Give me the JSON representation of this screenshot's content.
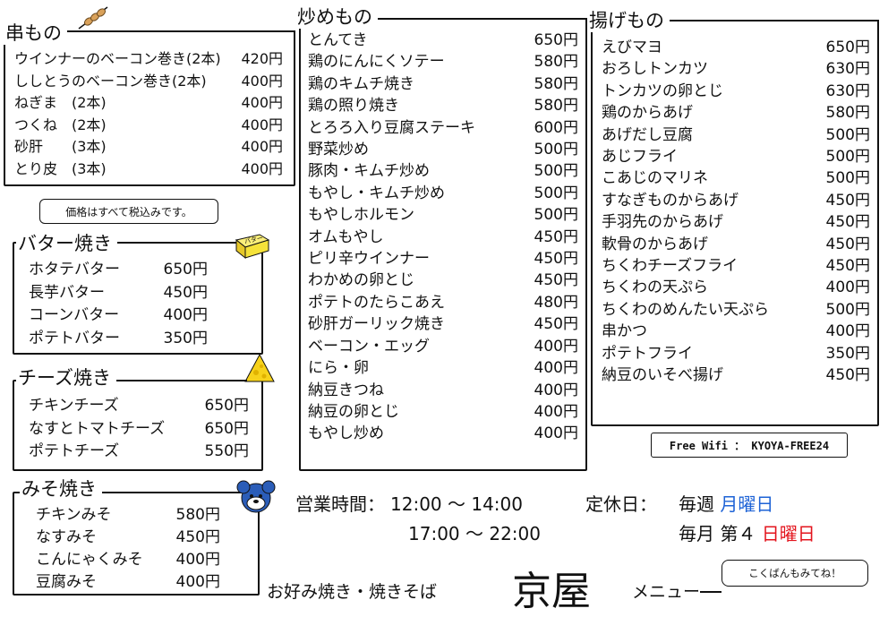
{
  "kushi": {
    "title": "串もの",
    "items": [
      {
        "name": "ウインナーのベーコン巻き(2本)",
        "price": "420円"
      },
      {
        "name": "ししとうのベーコン巻き(2本)",
        "price": "400円"
      },
      {
        "name": "ねぎま　(2本)",
        "price": "400円"
      },
      {
        "name": "つくね　(2本)",
        "price": "400円"
      },
      {
        "name": "砂肝　　(3本)",
        "price": "400円"
      },
      {
        "name": "とり皮　(3本)",
        "price": "400円"
      }
    ]
  },
  "tax_note": "価格はすべて税込みです。",
  "butter": {
    "title": "バター焼き",
    "icon_text": "バター",
    "items": [
      {
        "name": "ホタテバター",
        "price": "650円"
      },
      {
        "name": "長芋バター",
        "price": "450円"
      },
      {
        "name": "コーンバター",
        "price": "400円"
      },
      {
        "name": "ポテトバター",
        "price": "350円"
      }
    ]
  },
  "cheese": {
    "title": "チーズ焼き",
    "items": [
      {
        "name": "チキンチーズ",
        "price": "650円"
      },
      {
        "name": "なすとトマトチーズ",
        "price": "650円"
      },
      {
        "name": "ポテトチーズ",
        "price": "550円"
      }
    ]
  },
  "miso": {
    "title": "みそ焼き",
    "items": [
      {
        "name": "チキンみそ",
        "price": "580円"
      },
      {
        "name": "なすみそ",
        "price": "450円"
      },
      {
        "name": "こんにゃくみそ",
        "price": "400円"
      },
      {
        "name": "豆腐みそ",
        "price": "400円"
      }
    ]
  },
  "itame": {
    "title": "炒めもの",
    "items": [
      {
        "name": "とんてき",
        "price": "650円"
      },
      {
        "name": "鶏のにんにくソテー",
        "price": "580円"
      },
      {
        "name": "鶏のキムチ焼き",
        "price": "580円"
      },
      {
        "name": "鶏の照り焼き",
        "price": "580円"
      },
      {
        "name": "とろろ入り豆腐ステーキ",
        "price": "600円"
      },
      {
        "name": "野菜炒め",
        "price": "500円"
      },
      {
        "name": "豚肉・キムチ炒め",
        "price": "500円"
      },
      {
        "name": "もやし・キムチ炒め",
        "price": "500円"
      },
      {
        "name": "もやしホルモン",
        "price": "500円"
      },
      {
        "name": "オムもやし",
        "price": "450円"
      },
      {
        "name": "ピリ辛ウインナー",
        "price": "450円"
      },
      {
        "name": "わかめの卵とじ",
        "price": "450円"
      },
      {
        "name": "ポテトのたらこあえ",
        "price": "480円"
      },
      {
        "name": "砂肝ガーリック焼き",
        "price": "450円"
      },
      {
        "name": "ベーコン・エッグ",
        "price": "400円"
      },
      {
        "name": "にら・卵",
        "price": "400円"
      },
      {
        "name": "納豆きつね",
        "price": "400円"
      },
      {
        "name": "納豆の卵とじ",
        "price": "400円"
      },
      {
        "name": "もやし炒め",
        "price": "400円"
      }
    ]
  },
  "age": {
    "title": "揚げもの",
    "items": [
      {
        "name": "えびマヨ",
        "price": "650円"
      },
      {
        "name": "おろしトンカツ",
        "price": "630円"
      },
      {
        "name": "トンカツの卵とじ",
        "price": "630円"
      },
      {
        "name": "鶏のからあげ",
        "price": "580円"
      },
      {
        "name": "あげだし豆腐",
        "price": "500円"
      },
      {
        "name": "あじフライ",
        "price": "500円"
      },
      {
        "name": "こあじのマリネ",
        "price": "500円"
      },
      {
        "name": "すなぎものからあげ",
        "price": "450円"
      },
      {
        "name": "手羽先のからあげ",
        "price": "450円"
      },
      {
        "name": "軟骨のからあげ",
        "price": "450円"
      },
      {
        "name": "ちくわチーズフライ",
        "price": "450円"
      },
      {
        "name": "ちくわの天ぷら",
        "price": "400円"
      },
      {
        "name": "ちくわのめんたい天ぷら",
        "price": "500円"
      },
      {
        "name": "串かつ",
        "price": "400円"
      },
      {
        "name": "ポテトフライ",
        "price": "350円"
      },
      {
        "name": "納豆のいそべ揚げ",
        "price": "450円"
      }
    ]
  },
  "wifi": "Free Wifi ： KYOYA-FREE24",
  "hours": {
    "label": "営業時間：",
    "lunch": "12:00 ～ 14:00",
    "dinner": "17:00 ～ 22:00"
  },
  "holiday": {
    "label": "定休日：",
    "weekly_prefix": "毎週 ",
    "weekly_day": "月曜日",
    "monthly_prefix": "毎月 第４ ",
    "monthly_day": "日曜日"
  },
  "footer": {
    "prefix": "お好み焼き・焼きそば",
    "shop_name": "京屋",
    "suffix": "メニュー",
    "speech": "こくばんもみてね！"
  },
  "colors": {
    "blue": "#1e63d6",
    "red": "#e3141d",
    "butter": "#f5e23a",
    "cheese": "#f7d21b"
  }
}
